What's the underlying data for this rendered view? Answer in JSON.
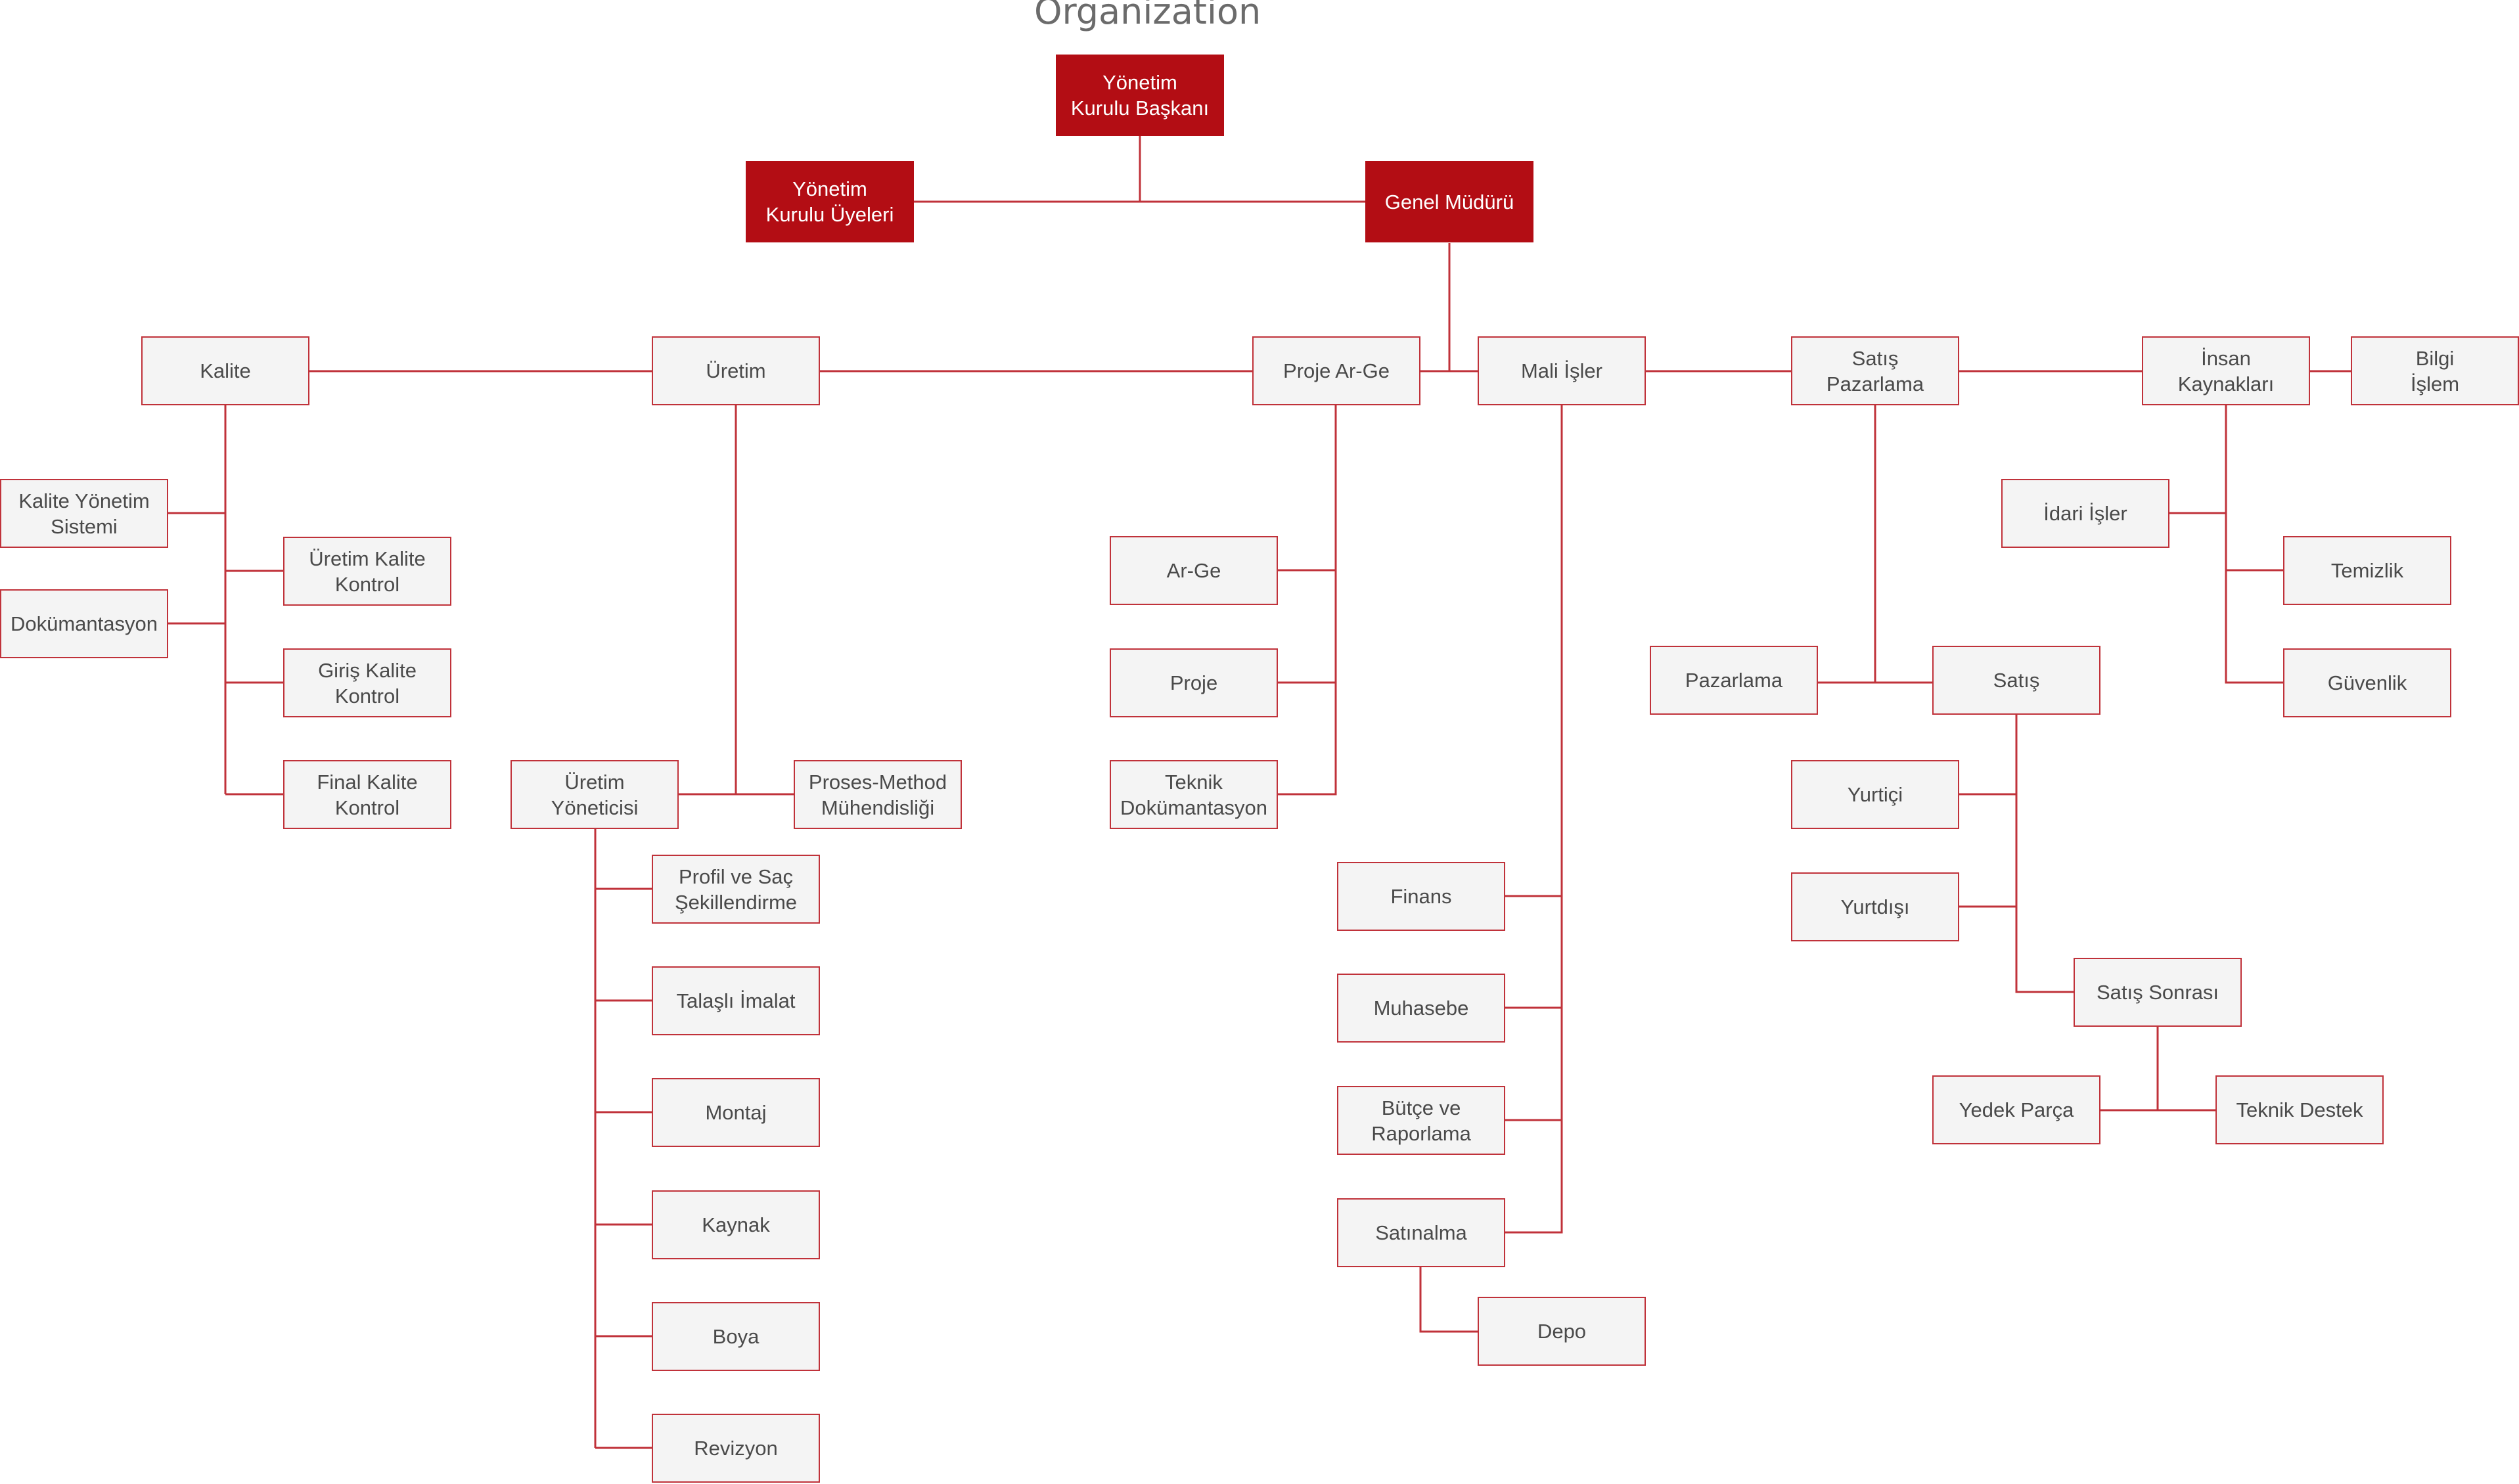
{
  "title": "Organization",
  "nodes": {
    "yonetim_kurulu_baskani": "Yönetim\nKurulu Başkanı",
    "yonetim_kurulu_uyeleri": "Yönetim\nKurulu Üyeleri",
    "genel_muduru": "Genel Müdürü",
    "kalite": "Kalite",
    "uretim": "Üretim",
    "proje_arge": "Proje Ar-Ge",
    "mali_isler": "Mali İşler",
    "satis_pazarlama": "Satış\nPazarlama",
    "insan_kaynaklari": "İnsan\nKaynakları",
    "bilgi_islem": "Bilgi\nİşlem",
    "kalite_yonetim_sistemi": "Kalite Yönetim\nSistemi",
    "dokumantasyon": "Dokümantasyon",
    "uretim_kalite_kontrol": "Üretim Kalite\nKontrol",
    "giris_kalite_kontrol": "Giriş Kalite\nKontrol",
    "final_kalite_kontrol": "Final Kalite\nKontrol",
    "uretim_yoneticisi": "Üretim\nYöneticisi",
    "proses_method": "Proses-Method\nMühendisliği",
    "profil_sac": "Profil ve Saç\nŞekillendirme",
    "talasli_imalat": "Talaşlı İmalat",
    "montaj": "Montaj",
    "kaynak": "Kaynak",
    "boya": "Boya",
    "revizyon": "Revizyon",
    "arge": "Ar-Ge",
    "proje": "Proje",
    "teknik_dokumantasyon": "Teknik\nDokümantasyon",
    "finans": "Finans",
    "muhasebe": "Muhasebe",
    "butce_raporlama": "Bütçe ve\nRaporlama",
    "satinalma": "Satınalma",
    "depo": "Depo",
    "pazarlama": "Pazarlama",
    "satis": "Satış",
    "yurtici": "Yurtiçi",
    "yurtdisi": "Yurtdışı",
    "satis_sonrasi": "Satış Sonrası",
    "yedek_parca": "Yedek Parça",
    "teknik_destek": "Teknik Destek",
    "idari_isler": "İdari İşler",
    "temizlik": "Temizlik",
    "guvenlik": "Güvenlik"
  },
  "colors": {
    "accent": "#b30d14",
    "border": "#c0323a",
    "line": "#c0323a",
    "box_fill": "#f4f4f4",
    "text": "#4a4a4a",
    "title": "#6b6b6b"
  }
}
